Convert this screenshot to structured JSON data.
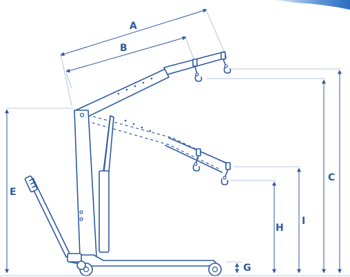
{
  "labels": {
    "a": "A",
    "b": "B",
    "c": "C",
    "e": "E",
    "g": "G",
    "h": "H",
    "i": "I"
  },
  "colors": {
    "line": "#2d5aa0",
    "accent_banner": "#3f7fc9",
    "background": "#ffffff"
  }
}
